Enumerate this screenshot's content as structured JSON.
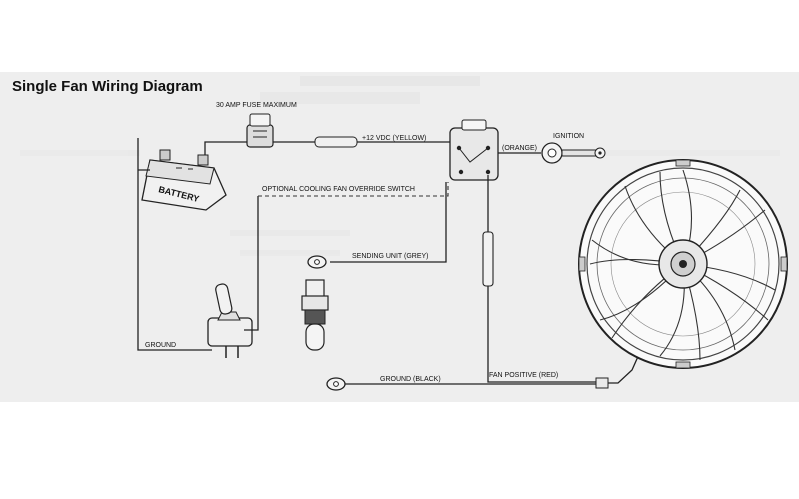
{
  "diagram": {
    "title": "Single Fan Wiring Diagram",
    "labels": {
      "fuse": "30 AMP FUSE MAXIMUM",
      "yellow": "+12 VDC (YELLOW)",
      "orange": "(ORANGE)",
      "ignition": "IGNITION",
      "battery": "BATTERY",
      "override": "OPTIONAL COOLING FAN OVERRIDE SWITCH",
      "sending_unit": "SENDING UNIT (GREY)",
      "ground_left": "GROUND",
      "ground_black": "GROUND (BLACK)",
      "fan_positive": "FAN POSITIVE (RED)"
    },
    "colors": {
      "band": "#eeeeee",
      "line": "#222222"
    }
  }
}
